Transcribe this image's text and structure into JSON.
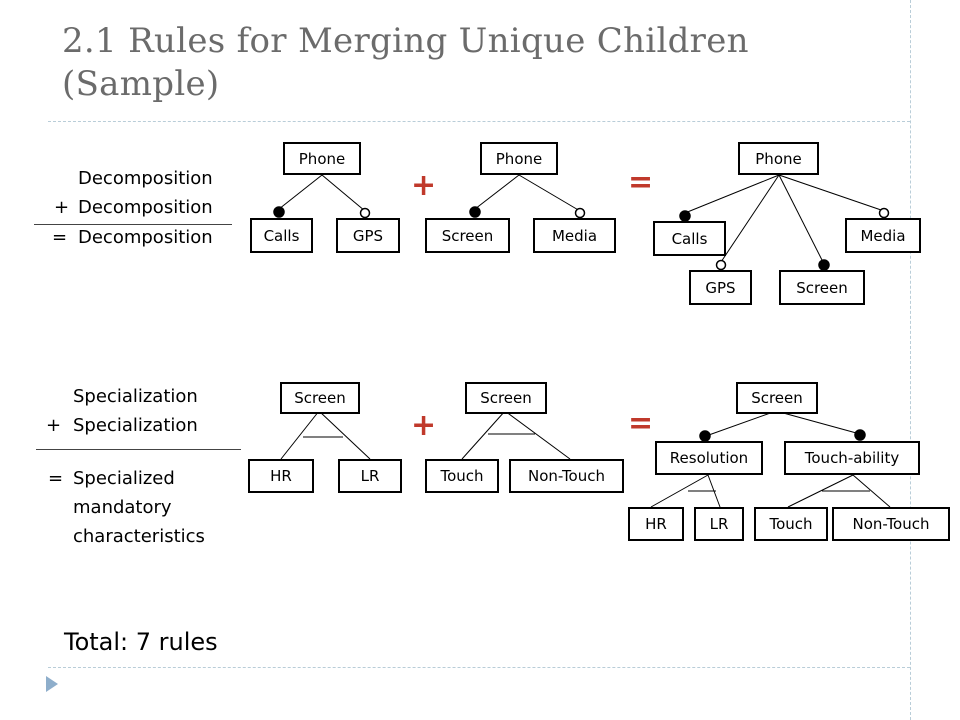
{
  "slide": {
    "title": "2.1 Rules for Merging Unique Children (Sample)",
    "total": "Total: 7 rules",
    "accent_color": "#c0392b"
  },
  "row1": {
    "label_line1": "Decomposition",
    "label_line2": "Decomposition",
    "label_line3": "Decomposition",
    "op_plus": "+",
    "op_equals": "=",
    "join_plus": "+",
    "join_equals": "=",
    "tree1": {
      "root": "Phone",
      "children": [
        "Calls",
        "GPS"
      ]
    },
    "tree2": {
      "root": "Phone",
      "children": [
        "Screen",
        "Media"
      ]
    },
    "tree3": {
      "root": "Phone",
      "children": [
        "Calls",
        "GPS",
        "Screen",
        "Media"
      ]
    }
  },
  "row2": {
    "label_line1": "Specialization",
    "label_line2": "Specialization",
    "label_line3a": "Specialized",
    "label_line3b": "mandatory",
    "label_line3c": "characteristics",
    "op_plus": "+",
    "op_equals": "=",
    "join_plus": "+",
    "join_equals": "=",
    "tree1": {
      "root": "Screen",
      "children": [
        "HR",
        "LR"
      ]
    },
    "tree2": {
      "root": "Screen",
      "children": [
        "Touch",
        "Non-Touch"
      ]
    },
    "tree3": {
      "root": "Screen",
      "children": [
        "Resolution",
        "Touch-ability"
      ],
      "grandchildren_resolution": [
        "HR",
        "LR"
      ],
      "grandchildren_touch": [
        "Touch",
        "Non-Touch"
      ]
    }
  }
}
